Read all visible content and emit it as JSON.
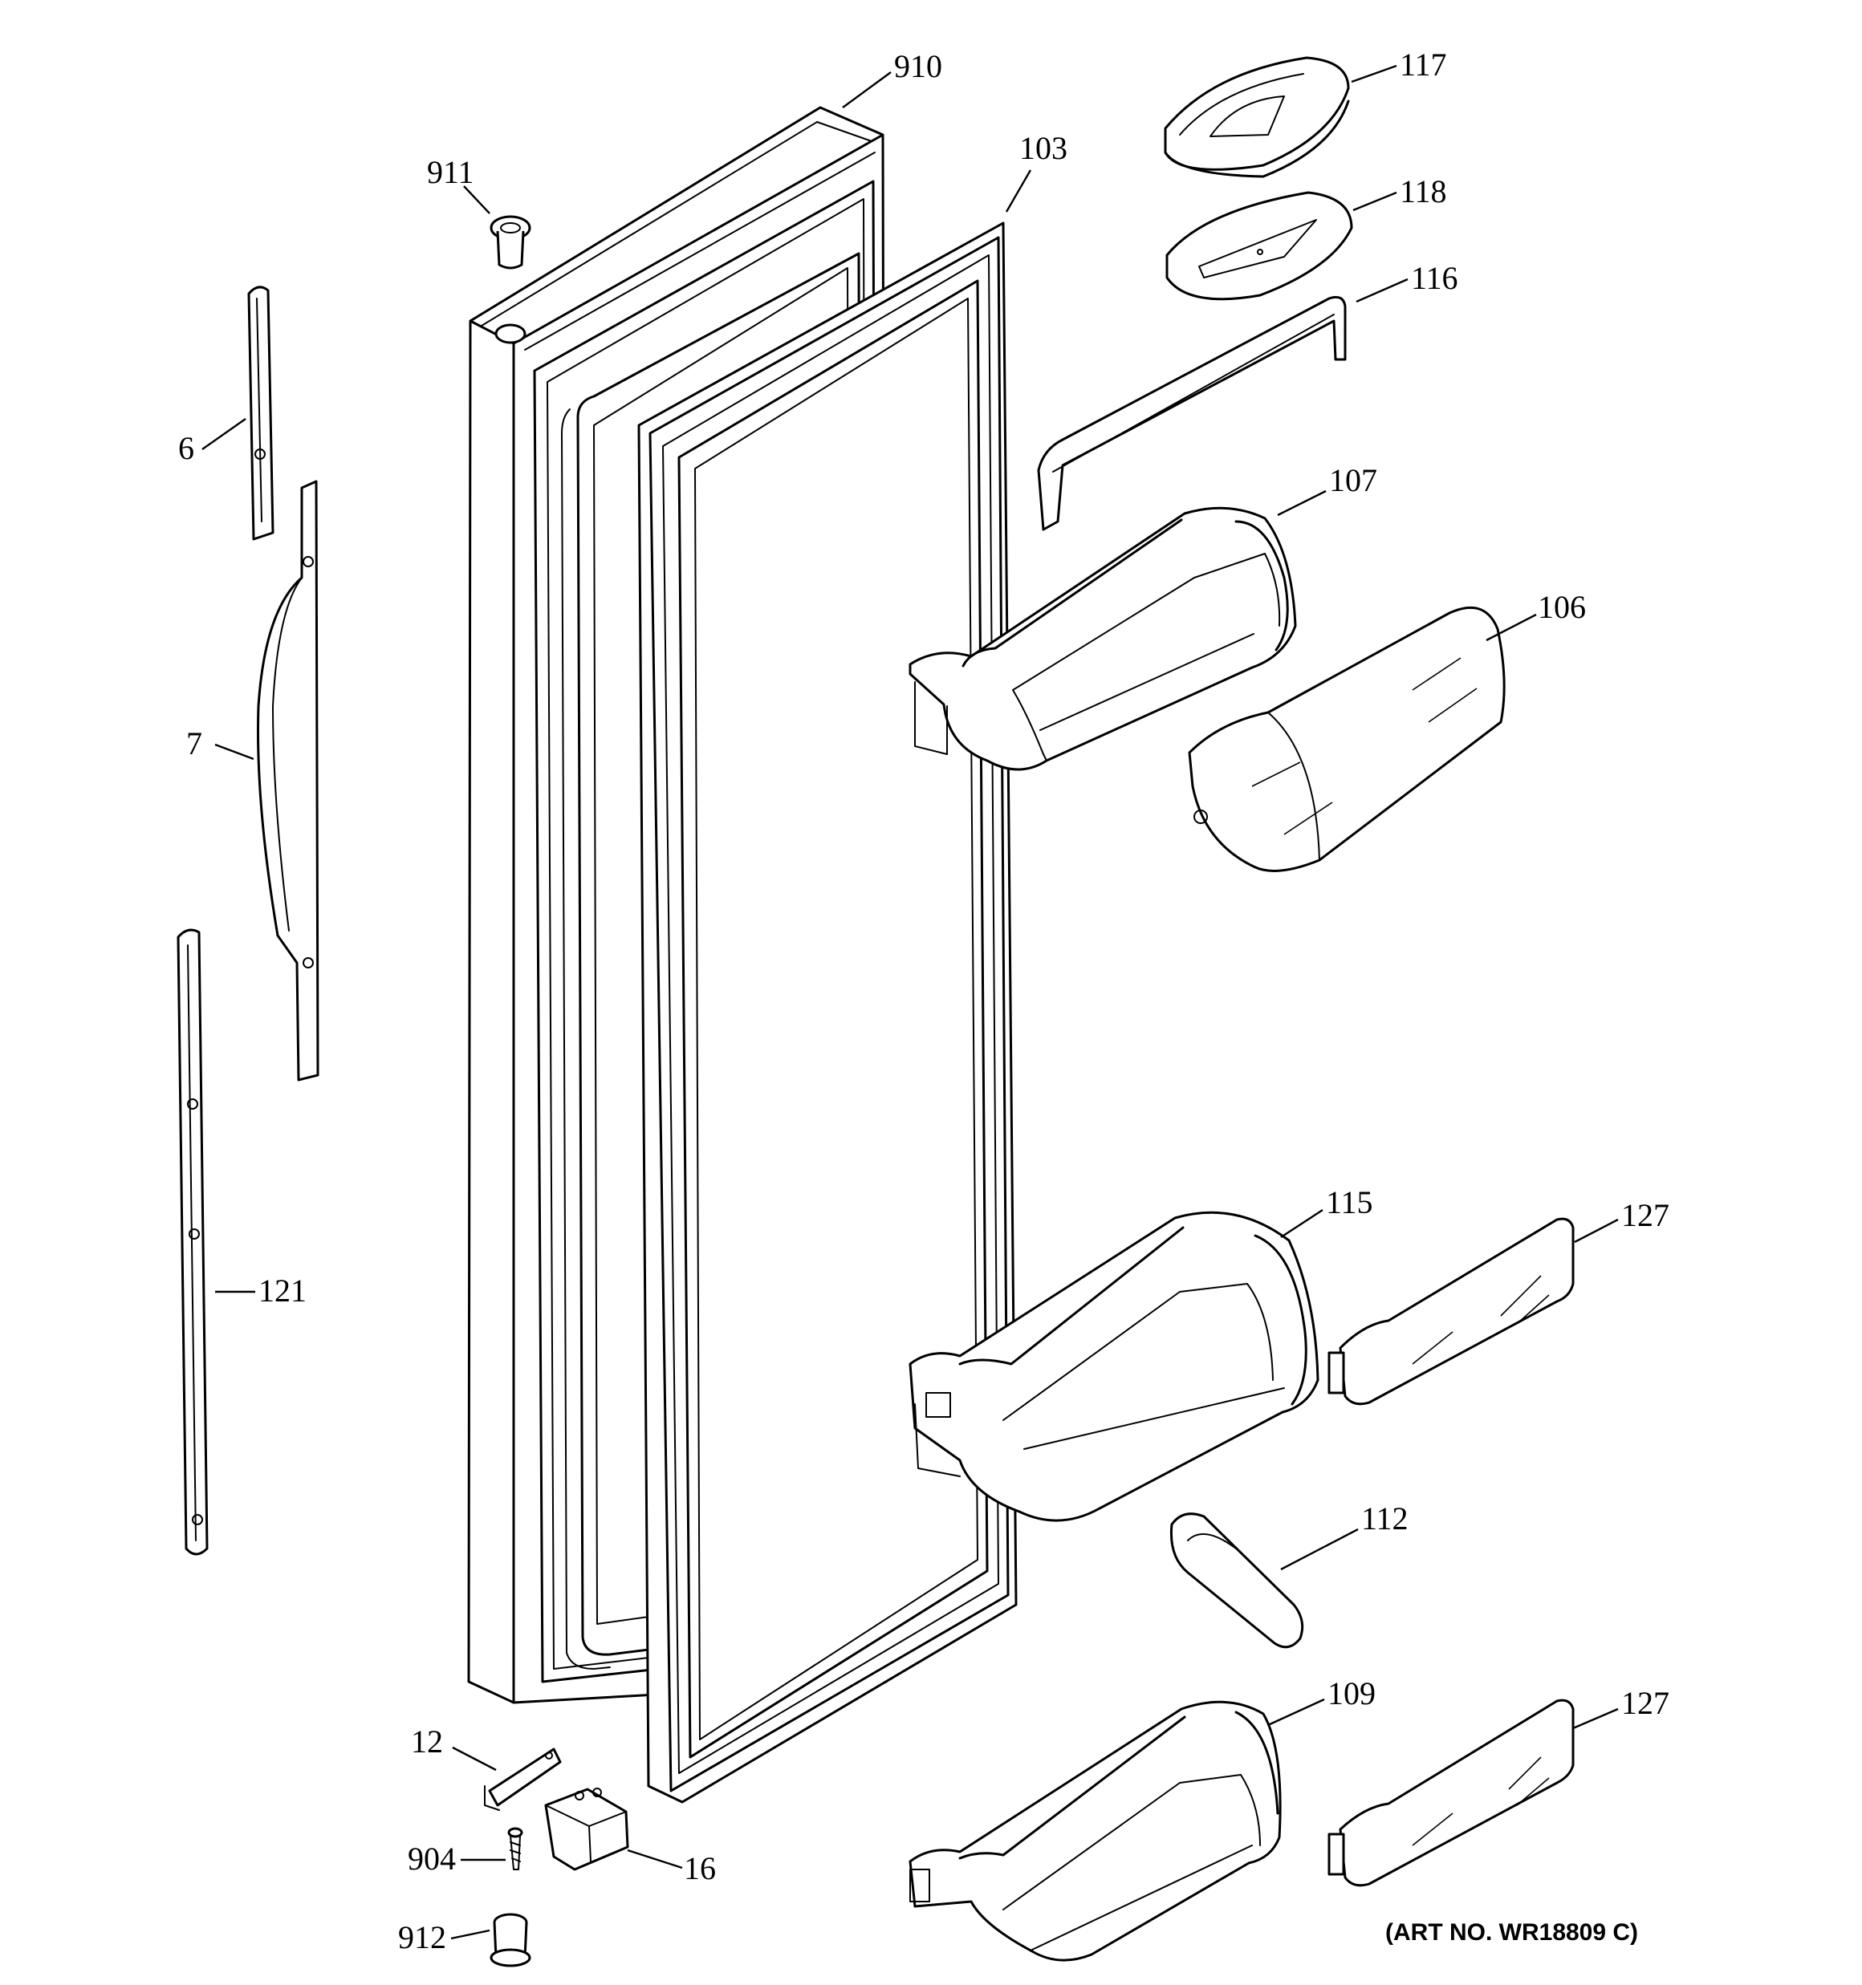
{
  "diagram": {
    "art_number": "(ART NO. WR18809 C)",
    "callouts": [
      {
        "id": "910",
        "text": "910"
      },
      {
        "id": "911",
        "text": "911"
      },
      {
        "id": "103",
        "text": "103"
      },
      {
        "id": "117",
        "text": "117"
      },
      {
        "id": "118",
        "text": "118"
      },
      {
        "id": "116",
        "text": "116"
      },
      {
        "id": "6",
        "text": "6"
      },
      {
        "id": "107",
        "text": "107"
      },
      {
        "id": "106",
        "text": "106"
      },
      {
        "id": "7",
        "text": "7"
      },
      {
        "id": "115",
        "text": "115"
      },
      {
        "id": "127a",
        "text": "127"
      },
      {
        "id": "121",
        "text": "121"
      },
      {
        "id": "112",
        "text": "112"
      },
      {
        "id": "109",
        "text": "109"
      },
      {
        "id": "127b",
        "text": "127"
      },
      {
        "id": "12",
        "text": "12"
      },
      {
        "id": "904",
        "text": "904"
      },
      {
        "id": "16",
        "text": "16"
      },
      {
        "id": "912",
        "text": "912"
      }
    ]
  }
}
